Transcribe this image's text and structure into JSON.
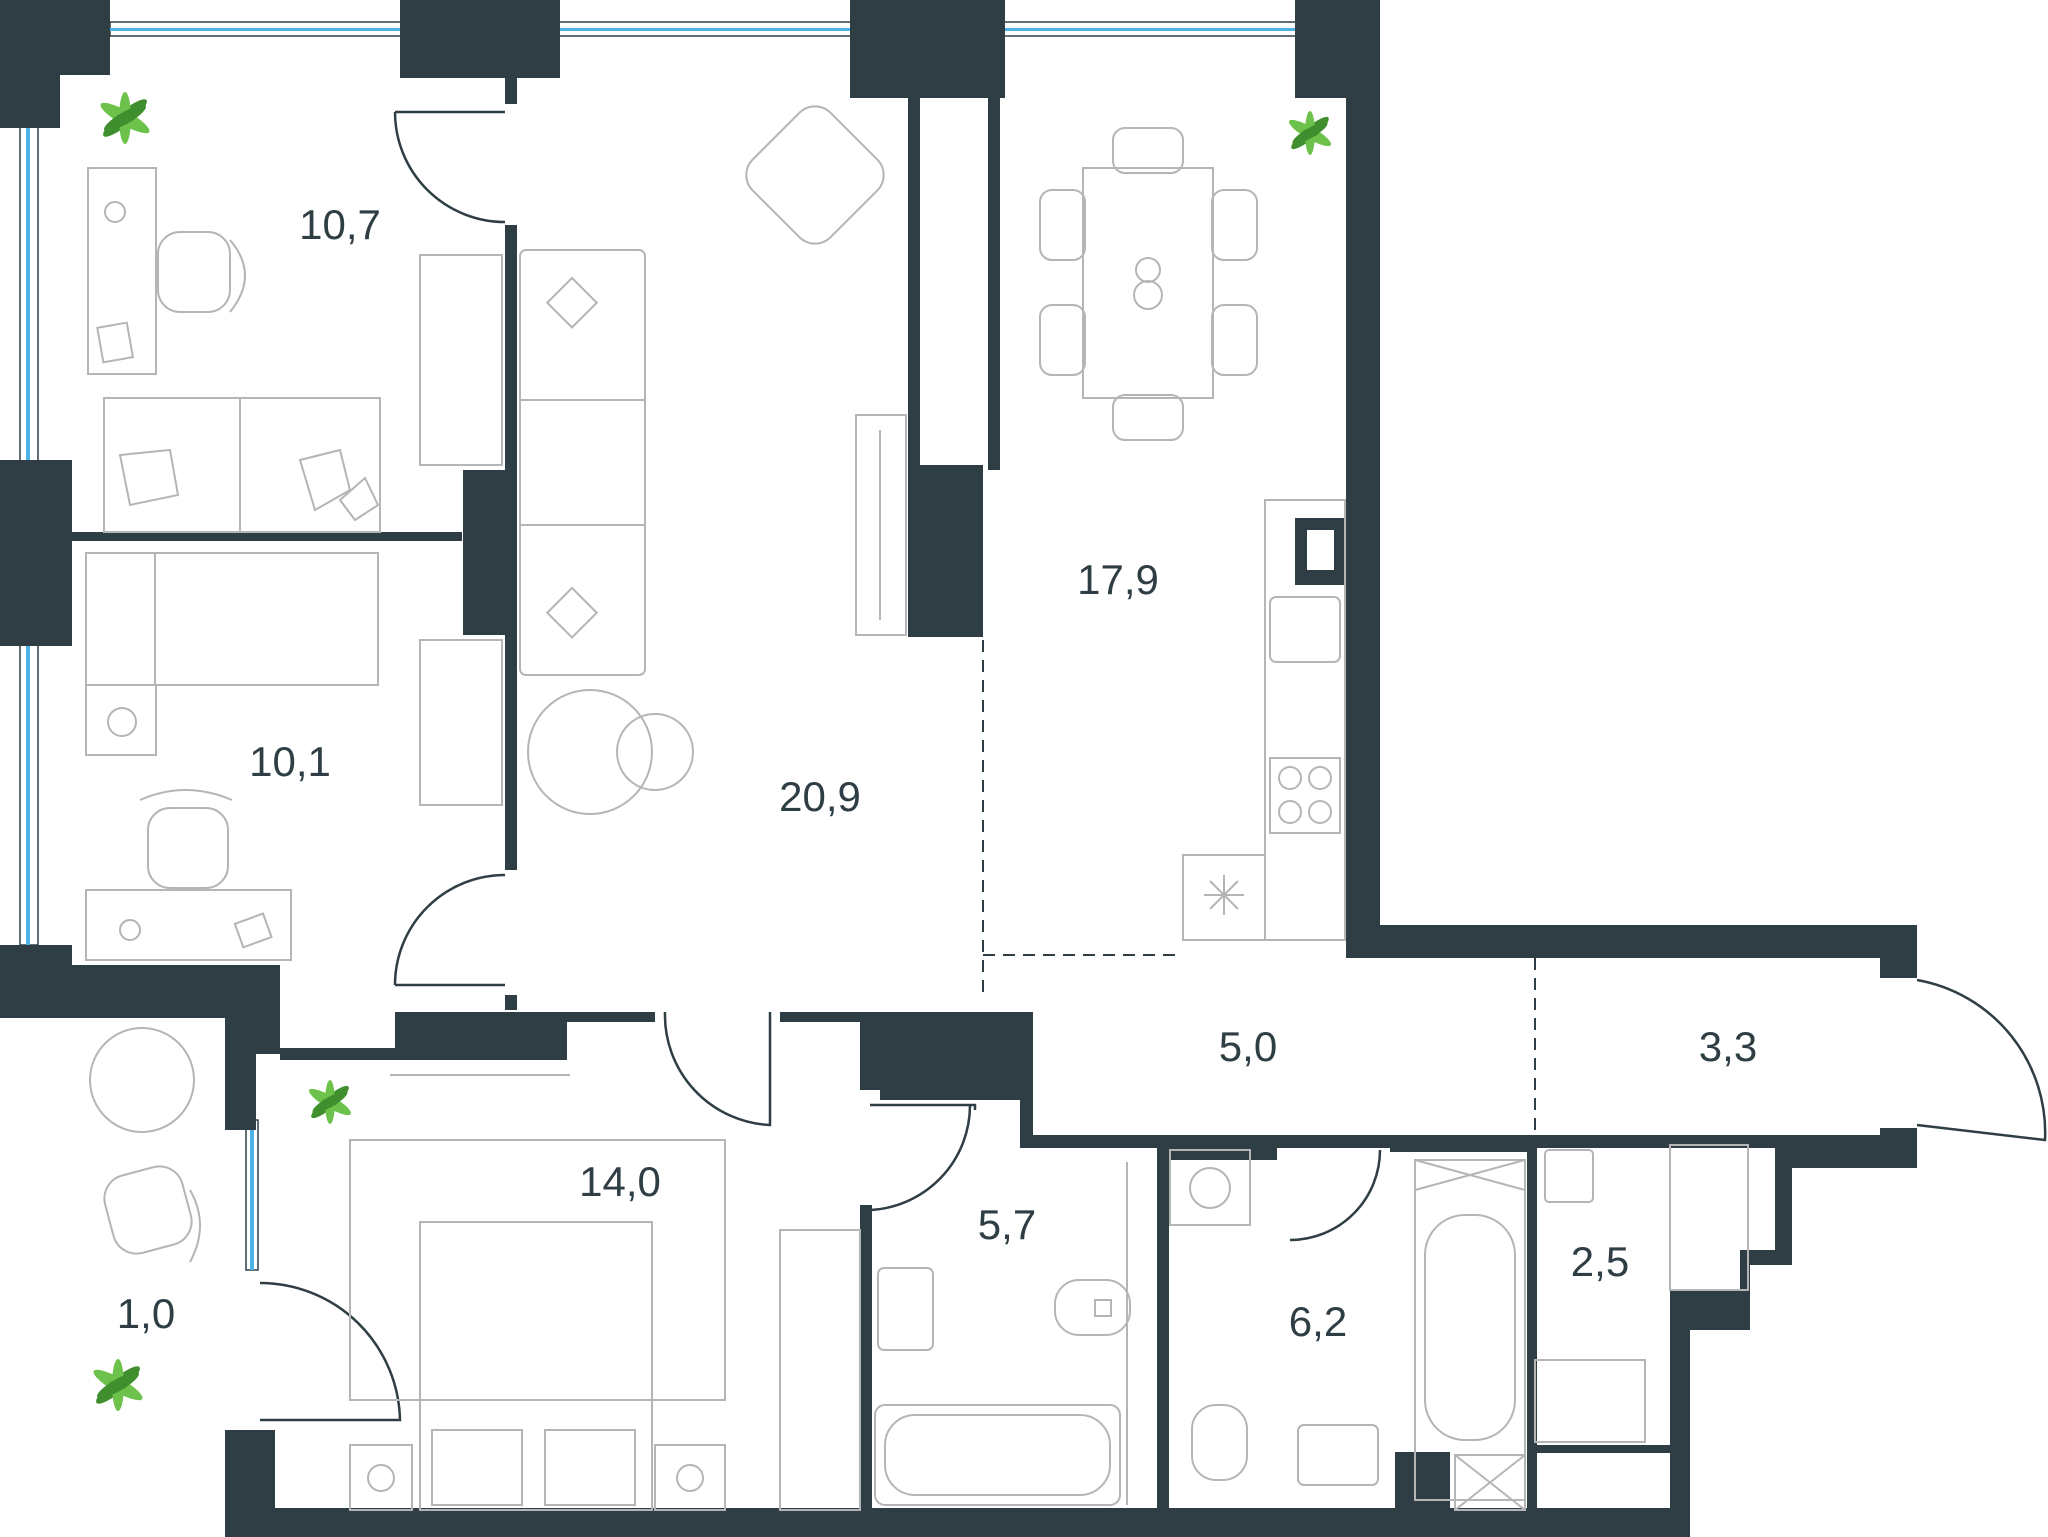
{
  "colors": {
    "wall": "#2e3e44",
    "furniture": "#b5b5b5",
    "window_glass": "#4fb2e6",
    "plant": "#6cc24a",
    "background": "#ffffff"
  },
  "rooms": [
    {
      "id": "bedroom-1",
      "area": "10,7"
    },
    {
      "id": "bedroom-2",
      "area": "10,1"
    },
    {
      "id": "living-room",
      "area": "20,9"
    },
    {
      "id": "kitchen",
      "area": "17,9"
    },
    {
      "id": "hallway",
      "area": "5,0"
    },
    {
      "id": "entrance",
      "area": "3,3"
    },
    {
      "id": "master-bedroom",
      "area": "14,0"
    },
    {
      "id": "bathroom-1",
      "area": "5,7"
    },
    {
      "id": "bathroom-2",
      "area": "6,2"
    },
    {
      "id": "wardrobe",
      "area": "2,5"
    },
    {
      "id": "balcony",
      "area": "1,0"
    }
  ],
  "icons": [
    "plant-icon",
    "door-icon",
    "window-icon",
    "bed-icon",
    "sofa-icon",
    "table-icon",
    "chair-icon",
    "bathtub-icon",
    "toilet-icon",
    "sink-icon",
    "stove-icon",
    "washing-machine-icon",
    "wardrobe-icon",
    "shower-icon"
  ]
}
